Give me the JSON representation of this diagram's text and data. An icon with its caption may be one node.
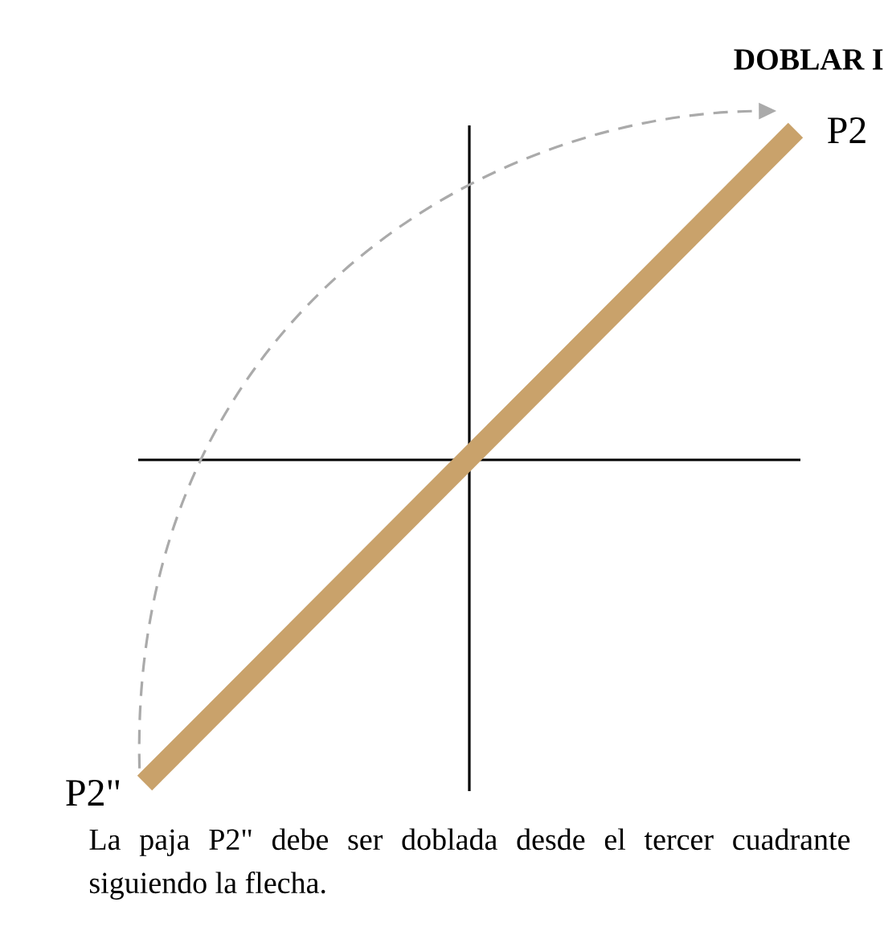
{
  "diagram": {
    "title": "DOBLAR I",
    "caption": "La paja P2\" debe ser doblada desde el tercer cuadrante siguiendo la flecha.",
    "nodes": [
      {
        "text": [
          "P2\""
        ]
      },
      {
        "text": [
          "P2"
        ]
      }
    ],
    "edges": [
      {
        "from": 0,
        "to": 1,
        "arrow": "to",
        "style": "dashed",
        "color": "#aaaaaa"
      }
    ]
  }
}
